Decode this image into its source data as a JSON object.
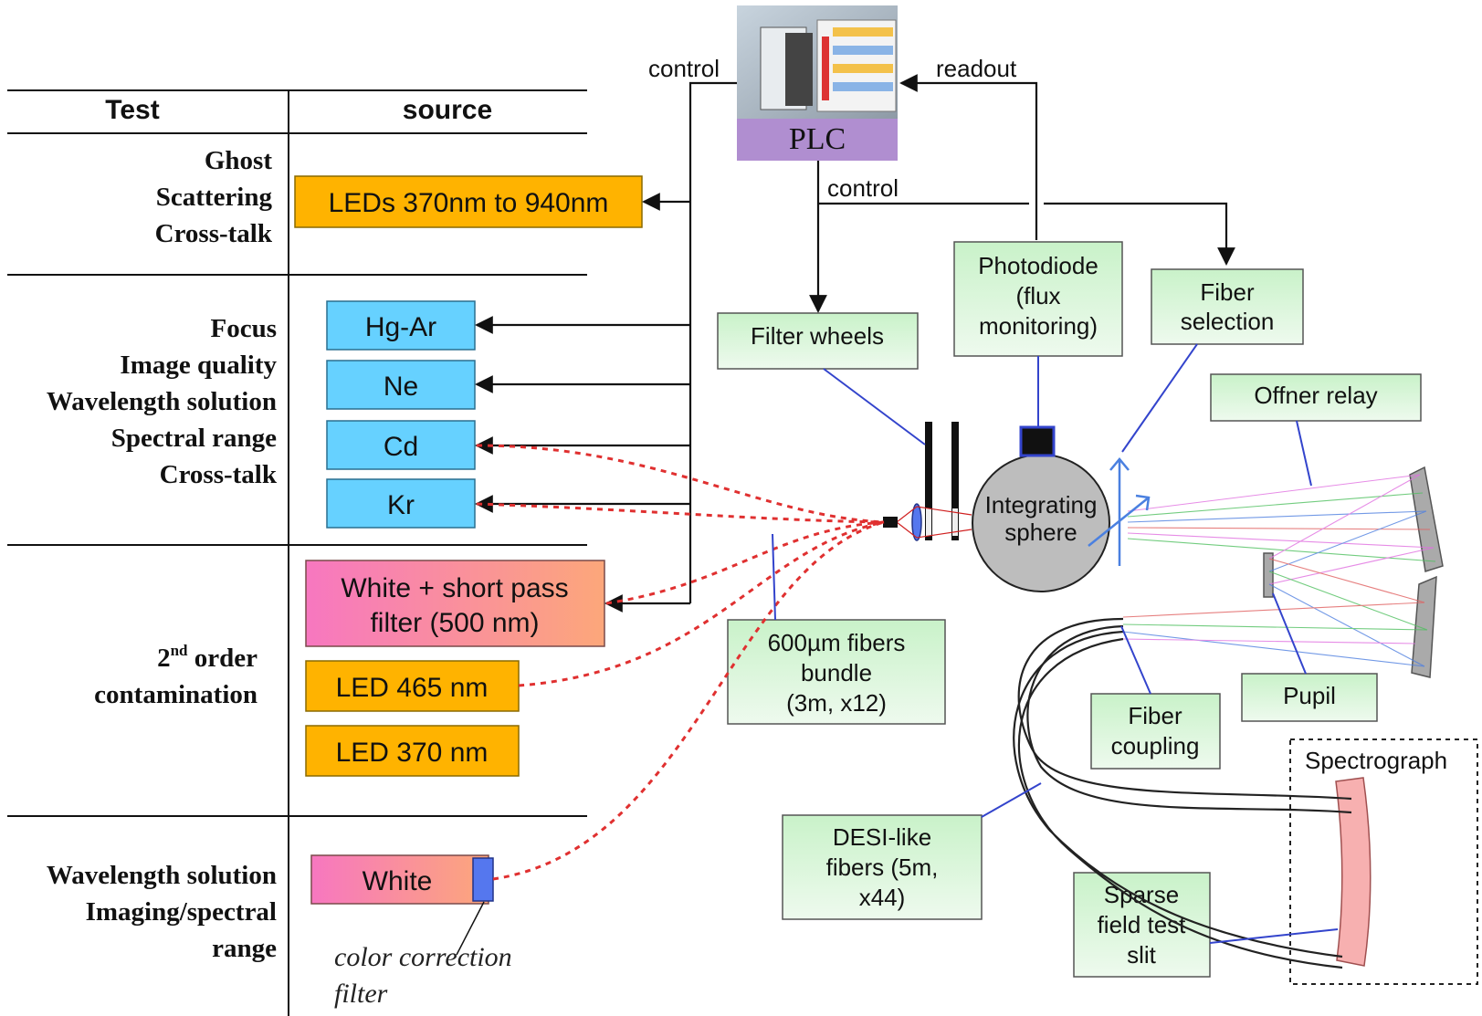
{
  "table": {
    "header_test": "Test",
    "header_source": "source",
    "groups": [
      {
        "tests": [
          "Ghost",
          "Scattering",
          "Cross-talk"
        ]
      },
      {
        "tests": [
          "Focus",
          "Image quality",
          "Wavelength solution",
          "Spectral range",
          "Cross-talk"
        ]
      },
      {
        "tests": [
          "2",
          "nd",
          " order",
          "contamination"
        ]
      },
      {
        "tests": [
          "Wavelength solution",
          "Imaging/spectral",
          "range"
        ]
      }
    ]
  },
  "sources": {
    "leds_range": "LEDs 370nm to 940nm",
    "hg_ar": "Hg-Ar",
    "ne": "Ne",
    "cd": "Cd",
    "kr": "Kr",
    "white_sp_line1": "White + short pass",
    "white_sp_line2": "filter (500 nm)",
    "led465": "LED 465 nm",
    "led370": "LED 370 nm",
    "white": "White",
    "color_corr_line1": "color correction",
    "color_corr_line2": "filter"
  },
  "plc": {
    "label": "PLC"
  },
  "flow": {
    "control_left": "control",
    "readout": "readout",
    "control_mid": "control"
  },
  "components": {
    "filter_wheels": "Filter wheels",
    "photodiode": [
      "Photodiode",
      "(flux",
      "monitoring)"
    ],
    "fiber_selection": [
      "Fiber",
      "selection"
    ],
    "offner_relay": "Offner relay",
    "integrating_sphere": [
      "Integrating",
      "sphere"
    ],
    "fiber_bundle": [
      "600µm fibers",
      "bundle",
      "(3m, x12)"
    ],
    "fiber_coupling": [
      "Fiber",
      "coupling"
    ],
    "pupil": "Pupil",
    "desi_fibers": [
      "DESI-like",
      "fibers (5m,",
      "x44)"
    ],
    "sparse_slit": [
      "Sparse",
      "field test",
      "slit"
    ],
    "spectrograph": "Spectrograph"
  },
  "colors": {
    "led_orange": "#ffb300",
    "lamp_blue": "#66d1ff",
    "plc_purple": "#b08ed0",
    "component_green": "#d8f5d8",
    "fiber_red": "#e03030",
    "pointer_blue": "#3344cc"
  }
}
